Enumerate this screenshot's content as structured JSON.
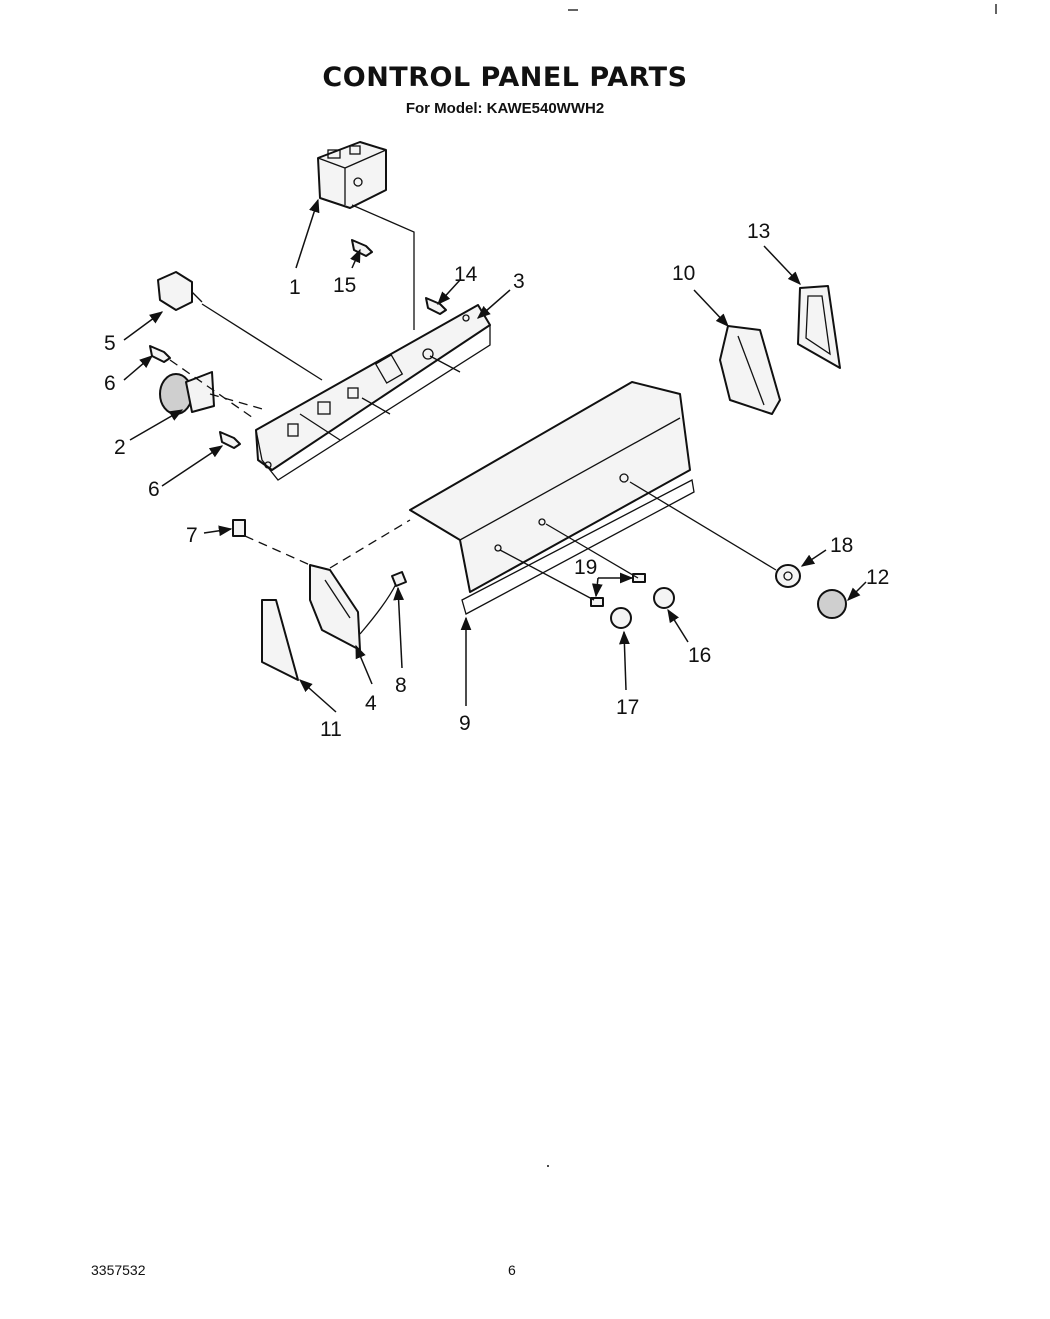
{
  "title": "CONTROL PANEL PARTS",
  "subtitle": "For Model: KAWE540WWH2",
  "footer": {
    "doc_number": "3357532",
    "page_number": "6"
  },
  "callouts": [
    "1",
    "2",
    "3",
    "4",
    "5",
    "6",
    "6",
    "7",
    "8",
    "9",
    "10",
    "11",
    "12",
    "13",
    "14",
    "15",
    "16",
    "17",
    "18",
    "19"
  ]
}
